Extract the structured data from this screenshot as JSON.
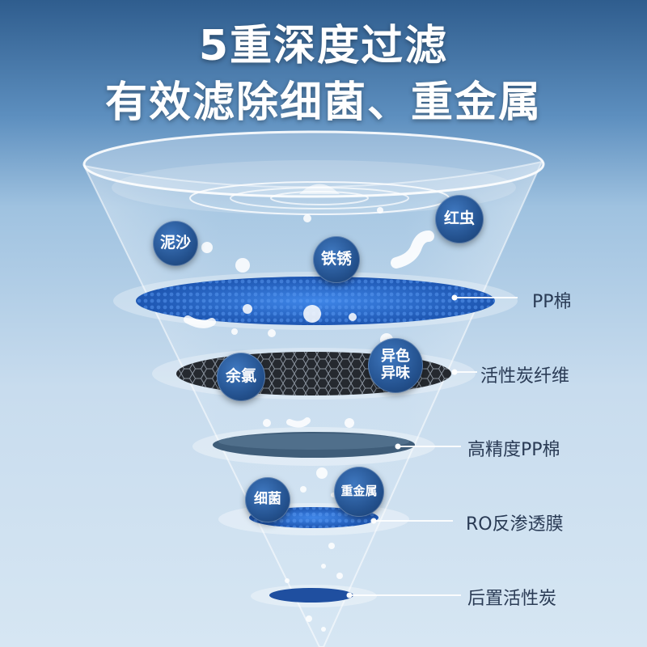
{
  "headline": {
    "line1": "5重深度过滤",
    "line2": "有效滤除细菌、重金属"
  },
  "contaminants": {
    "mud": "泥沙",
    "rust": "铁锈",
    "worm": "红虫",
    "chlorine": "余氯",
    "color_odor_1": "异色",
    "color_odor_2": "异味",
    "bacteria": "细菌",
    "heavy_metal": "重金属"
  },
  "layers": [
    {
      "label": "PP棉",
      "color": "#2e6fd1"
    },
    {
      "label": "活性炭纤维",
      "color": "#2b2f36"
    },
    {
      "label": "高精度PP棉",
      "color": "#4b6680"
    },
    {
      "label": "RO反渗透膜",
      "color": "#2e6fd1"
    },
    {
      "label": "后置活性炭",
      "color": "#1f4fa0"
    }
  ],
  "colors": {
    "bubble": "#24528f",
    "label_text": "#2a3b55"
  }
}
